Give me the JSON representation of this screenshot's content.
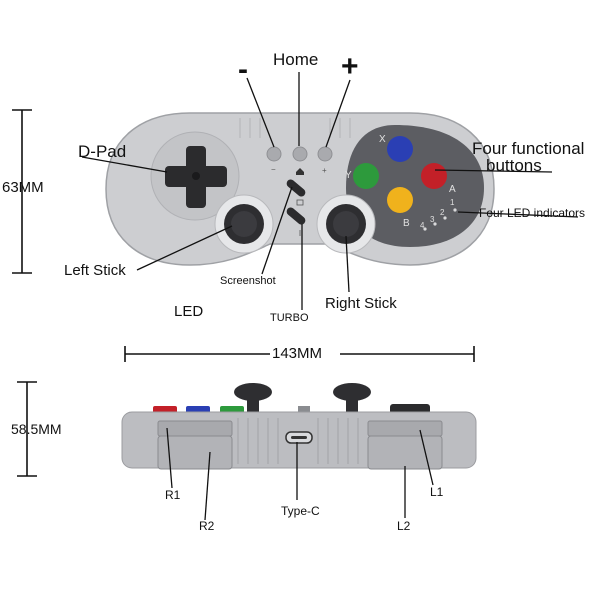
{
  "labels": {
    "home": "Home",
    "minus": "-",
    "plus": "+",
    "dpad": "D-Pad",
    "four_buttons_line1": "Four functional",
    "four_buttons_line2": "buttons",
    "led_indicators": "Four LED indicators",
    "left_stick": "Left Stick",
    "screenshot": "Screenshot",
    "right_stick": "Right Stick",
    "led": "LED",
    "turbo": "TURBO",
    "type_c": "Type-C",
    "r1": "R1",
    "r2": "R2",
    "l1": "L1",
    "l2": "L2"
  },
  "dimensions": {
    "height_front": "63MM",
    "width": "143MM",
    "height_top": "58.5MM"
  },
  "button_letters": {
    "x": "X",
    "y": "Y",
    "a": "A",
    "b": "B"
  },
  "led_numbers": [
    "1",
    "2",
    "3",
    "4"
  ],
  "colors": {
    "body": "#c9cacd",
    "face_plate": "#5c5d62",
    "x_button": "#2a3fb4",
    "y_button": "#2d9a3c",
    "a_button": "#c32028",
    "b_button": "#f0b21c",
    "dpad": "#2b2b2d",
    "sticks": "#2e2e31"
  },
  "icons": [
    "home-icon",
    "screenshot-icon",
    "turbo-icon"
  ]
}
